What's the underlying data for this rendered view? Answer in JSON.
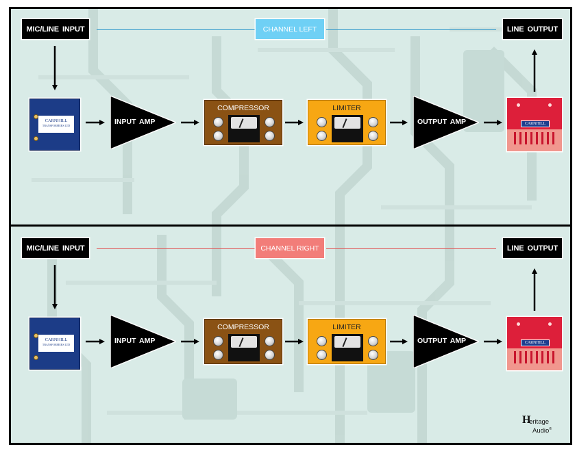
{
  "channels": [
    {
      "id": "left",
      "name": "CHANNEL LEFT",
      "color": "#6fd0f5",
      "line_color": "#3399cc",
      "input_label": "MIC/LINE INPUT",
      "output_label": "LINE OUTPUT",
      "input_amp_label": "INPUT AMP",
      "compressor_label": "COMPRESSOR",
      "limiter_label": "LIMITER",
      "output_amp_label": "OUTPUT AMP",
      "input_transformer_brand": "CARNHILL",
      "input_transformer_sub": "TRANSFORMERS LTD",
      "output_transformer_brand": "CARNHILL"
    },
    {
      "id": "right",
      "name": "CHANNEL RIGHT",
      "color": "#f27d79",
      "line_color": "#e05050",
      "input_label": "MIC/LINE INPUT",
      "output_label": "LINE OUTPUT",
      "input_amp_label": "INPUT AMP",
      "compressor_label": "COMPRESSOR",
      "limiter_label": "LIMITER",
      "output_amp_label": "OUTPUT AMP",
      "input_transformer_brand": "CARNHILL",
      "input_transformer_sub": "TRANSFORMERS LTD",
      "output_transformer_brand": "CARNHILL"
    }
  ],
  "logo": {
    "line1": "eritage",
    "line2": "Audio",
    "mark": "H",
    "trademark": "®"
  },
  "colors": {
    "background": "#d9ebe7",
    "compressor": "#8a5214",
    "limiter": "#f7a713",
    "transformer": "#1c3c87",
    "output_red": "#dd1f3a"
  }
}
